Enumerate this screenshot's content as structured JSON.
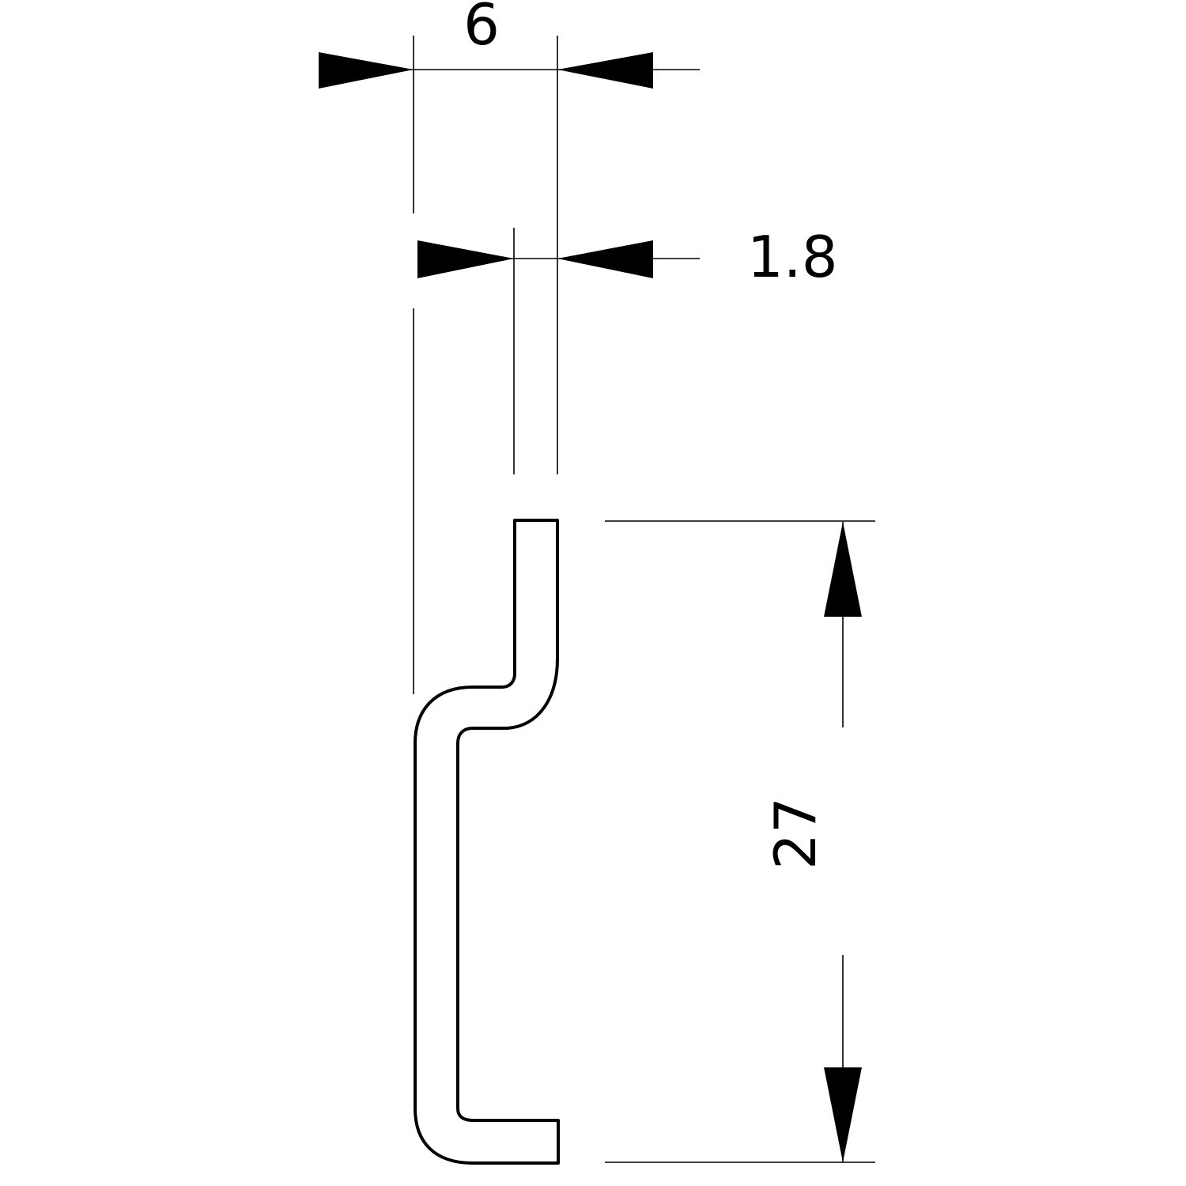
{
  "dimensions": {
    "overall_width": "6",
    "thickness": "1.8",
    "height": "27"
  },
  "colors": {
    "line": "#000000",
    "background": "#ffffff"
  }
}
